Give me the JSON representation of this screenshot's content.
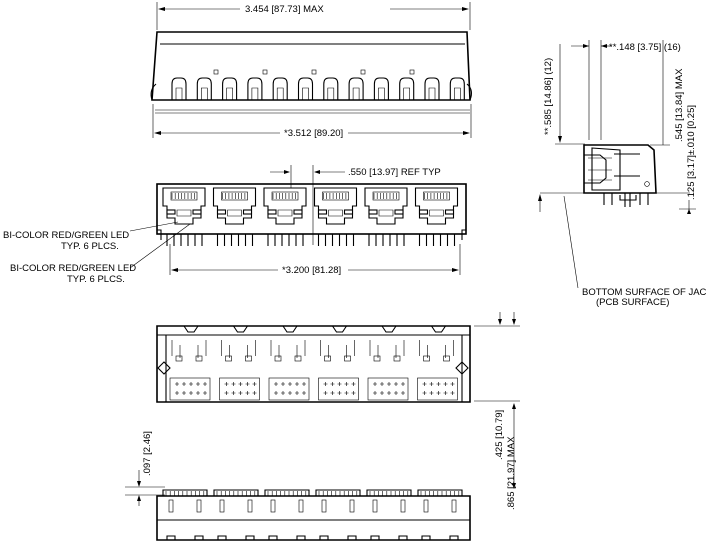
{
  "dimensions": {
    "overall_width_max": "3.454 [87.73] MAX",
    "overall_width": "*3.512 [89.20]",
    "pitch_ref": ".550 [13.97] REF TYP",
    "pin_span": "*3.200 [81.28]",
    "side_top": "**.148 [3.75] (16)",
    "side_left": "**.585 [14.86] (12)",
    "side_height_max": ".545 [13.84] MAX",
    "side_tol": ".125 [3.17]±.010 [0.25]",
    "bottom_height": ".425 [10.79]",
    "bottom_overall_max": ".865 [21.97] MAX",
    "pin_offset": ".097 [2.46]"
  },
  "notes": {
    "led_upper_line1": "BI-COLOR RED/GREEN LED",
    "led_upper_line2": "TYP. 6 PLCS.",
    "led_lower_line1": "BI-COLOR RED/GREEN LED",
    "led_lower_line2": "TYP. 6 PLCS.",
    "surface_line1": "BOTTOM SURFACE OF JACK-",
    "surface_line2": "(PCB SURFACE)"
  },
  "ports": 6
}
